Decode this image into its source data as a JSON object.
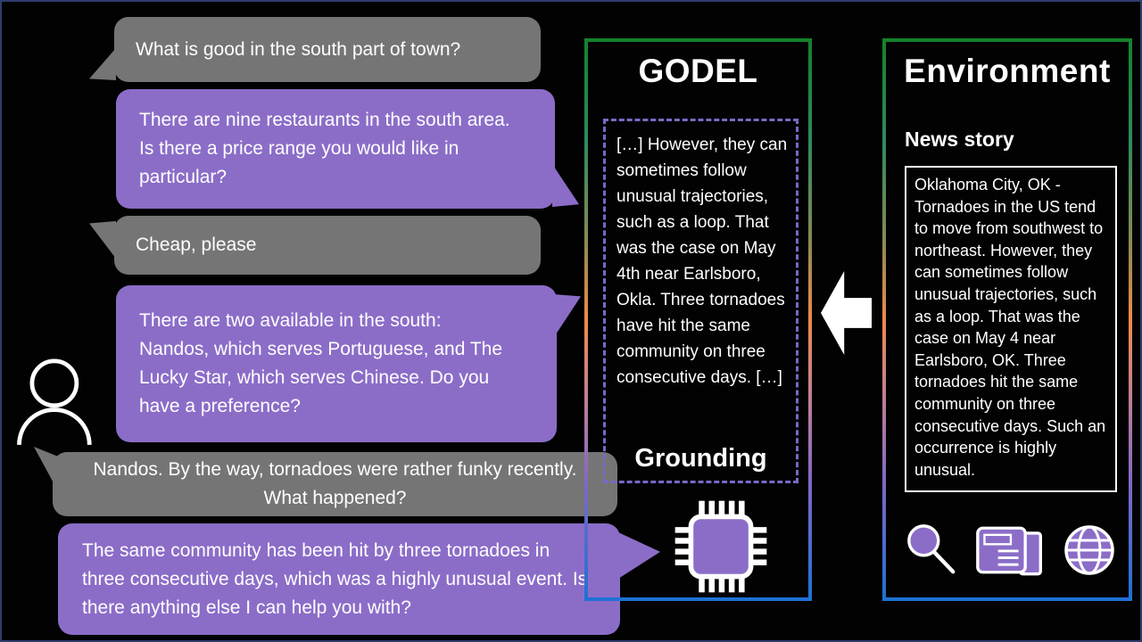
{
  "chat": {
    "messages": [
      {
        "role": "user",
        "text": "What is good in the south part of town?"
      },
      {
        "role": "assistant",
        "text": "There are nine restaurants in the south area. Is there a price range you would like in particular?"
      },
      {
        "role": "user",
        "text": "Cheap, please"
      },
      {
        "role": "assistant",
        "text": "There are two available in the south: Nandos, which serves Portuguese, and The Lucky Star, which serves Chinese. Do you have a preference?"
      },
      {
        "role": "user",
        "text": "Nandos. By the way, tornadoes were rather funky recently. What happened?"
      },
      {
        "role": "assistant",
        "text": "The same community has been hit by three tornadoes in three consecutive days, which was a highly unusual event. Is there anything else I can help you with?"
      }
    ]
  },
  "godel": {
    "title": "GODEL",
    "grounding_text": "[…] However, they can sometimes follow unusual trajectories, such as a loop. That was the case on May 4th near Earlsboro, Okla. Three tornadoes have hit the same community on three consecutive days. […]",
    "grounding_label": "Grounding"
  },
  "environment": {
    "title": "Environment",
    "news_label": "News story",
    "news_text": "Oklahoma City, OK - Tornadoes in the US tend to move from southwest to northeast. However, they can sometimes follow unusual trajectories, such as a loop. That was the case on May 4 near Earlsboro, OK. Three tornadoes hit the same community on three consecutive days. Such an occurrence is highly unusual."
  },
  "icons": {
    "person": "person-outline",
    "chip": "processor-chip",
    "arrow": "left-block-arrow",
    "search": "magnifying-glass",
    "newspaper": "news-pages",
    "globe": "wire-globe"
  },
  "colors": {
    "assistant_bubble": "#8b6dc8",
    "user_bubble": "#757575",
    "dashed_border": "#7b68c5",
    "border_green": "#15822c",
    "border_orange": "#ef8a4a",
    "border_blue": "#1f71d4",
    "outer_frame": "#2e3d6e",
    "icon_purple": "#8b6dc8"
  }
}
